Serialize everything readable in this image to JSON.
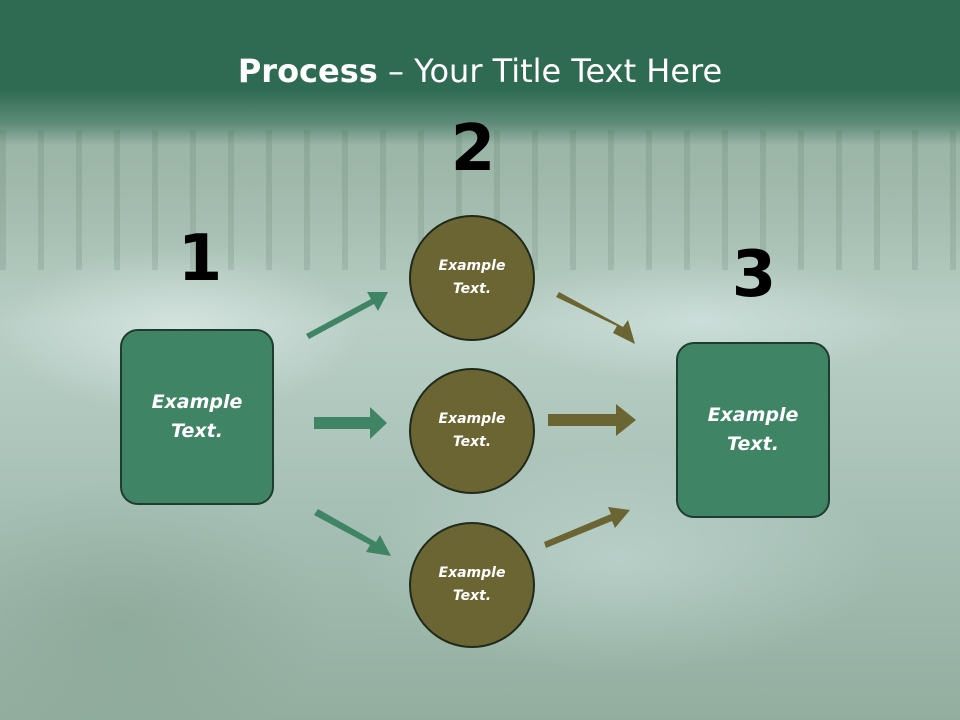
{
  "slide": {
    "title_bold": "Process",
    "title_rest": " – Your Title Text Here"
  },
  "steps": [
    {
      "number": "1",
      "text": "Example\nText."
    },
    {
      "number": "2",
      "items": [
        "Example\nText.",
        "Example\nText.",
        "Example\nText."
      ]
    },
    {
      "number": "3",
      "text": "Example\nText."
    }
  ],
  "colors": {
    "header": "#2f6b53",
    "box": "#3f8465",
    "circle": "#6b6533",
    "arrow_green": "#3f8465",
    "arrow_olive": "#6b6533"
  }
}
